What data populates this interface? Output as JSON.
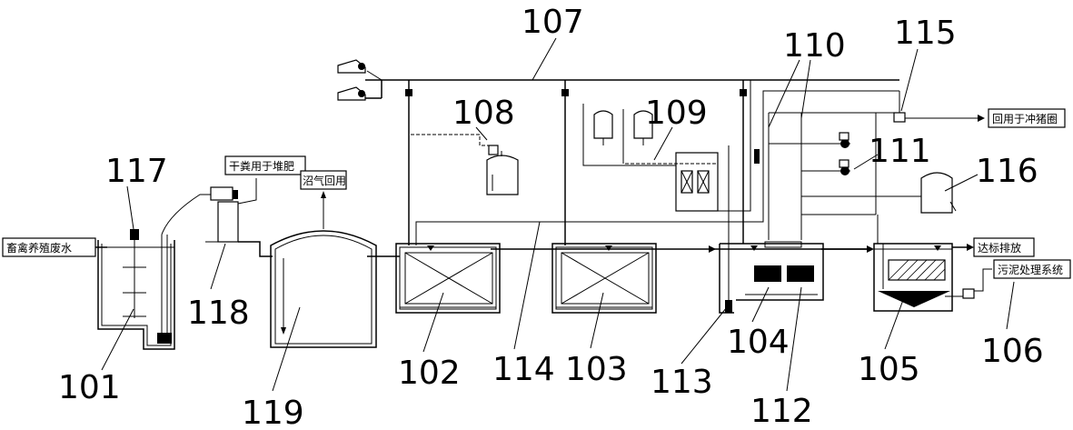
{
  "labels": {
    "n101": "101",
    "n102": "102",
    "n103": "103",
    "n104": "104",
    "n105": "105",
    "n106": "106",
    "n107": "107",
    "n108": "108",
    "n109": "109",
    "n110": "110",
    "n111": "111",
    "n112": "112",
    "n113": "113",
    "n114": "114",
    "n115": "115",
    "n116": "116",
    "n117": "117",
    "n118": "118",
    "n119": "119"
  },
  "text_boxes": {
    "inlet": "畜禽养殖废水",
    "manure": "干粪用于堆肥",
    "biogas": "沼气回用",
    "reuse": "回用于冲猪圈",
    "discharge": "达标排放",
    "sludge": "污泥处理系统"
  }
}
